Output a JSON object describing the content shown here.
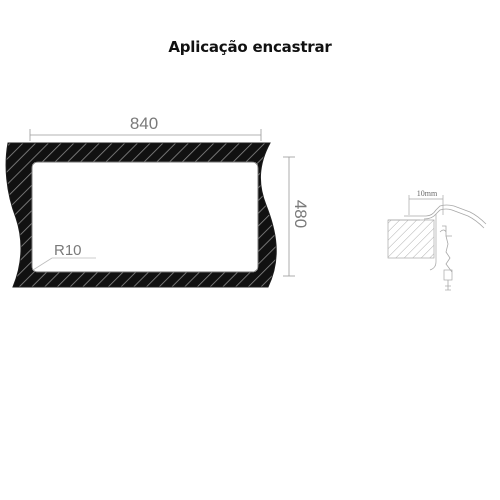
{
  "title": "Aplicação encastrar",
  "cutout": {
    "width_label": "840",
    "height_label": "480",
    "radius_label": "R10"
  },
  "detail": {
    "gap_label": "10mm"
  },
  "colors": {
    "outline": "#1c1c1c",
    "hatch": "#6e6e6e",
    "dimension": "#9a9a9a",
    "detail_line": "#a8a8a8"
  }
}
